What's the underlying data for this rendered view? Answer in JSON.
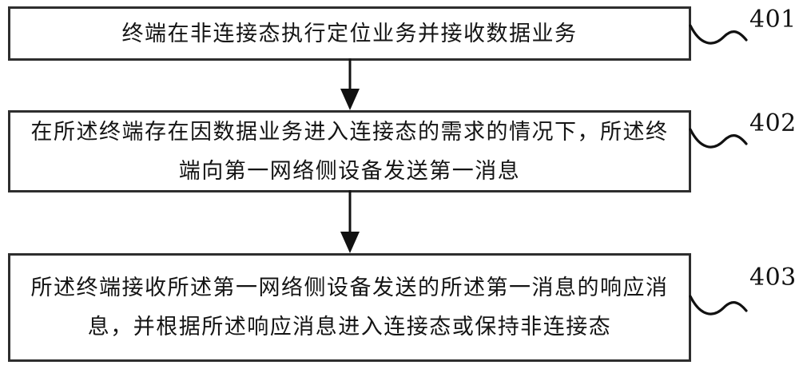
{
  "figure": {
    "type": "patent-flowchart",
    "background_color": "#ffffff",
    "border_color": "#2e2e2e",
    "text_color": "#141414"
  },
  "steps": [
    {
      "ref": "401",
      "name": "step-401",
      "text": "终端在非连接态执行定位业务并接收数据业务",
      "lines": [
        "终端在非连接态执行定位业务并接收数据业务"
      ]
    },
    {
      "ref": "402",
      "name": "step-402",
      "text": "在所述终端存在因数据业务进入连接态的需求的情况下，所述终端向第一网络侧设备发送第一消息",
      "lines": [
        "在所述终端存在因数据业务进入连接态的需求的情况下",
        "，所述终端向第一网络侧设备发送第一消息"
      ]
    },
    {
      "ref": "403",
      "name": "step-403",
      "text": "所述终端接收所述第一网络侧设备发送的所述第一消息的响应消息，并根据所述响应消息进入连接态或保持非连接态",
      "lines": [
        "所述终端接收所述第一网络侧设备发送的所述第一消息",
        "的响应消息，并根据所述响应消息进入连接态或保持非",
        "连接态"
      ]
    }
  ],
  "connectors": [
    {
      "name": "arrow-401-to-402",
      "from": "401",
      "to": "402",
      "direction": "down"
    },
    {
      "name": "arrow-402-to-403",
      "from": "402",
      "to": "403",
      "direction": "down"
    }
  ],
  "leaders": [
    {
      "name": "leader-401",
      "ref": "401",
      "style": "squiggle"
    },
    {
      "name": "leader-402",
      "ref": "402",
      "style": "squiggle"
    },
    {
      "name": "leader-403",
      "ref": "403",
      "style": "squiggle"
    }
  ]
}
